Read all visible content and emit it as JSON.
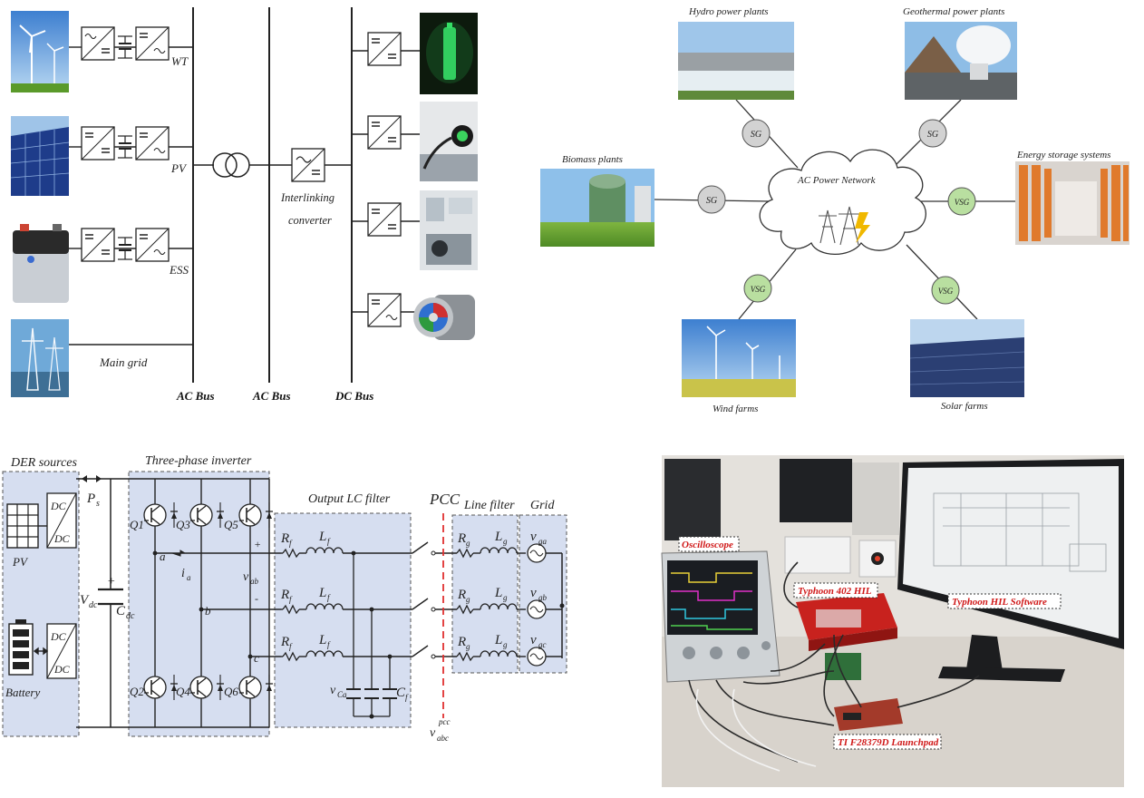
{
  "q1": {
    "sources": [
      {
        "label": "WT",
        "icon": "wind-turbine-photo"
      },
      {
        "label": "PV",
        "icon": "solar-panel-photo"
      },
      {
        "label": "ESS",
        "icon": "battery-photo"
      }
    ],
    "main_grid": "Main grid",
    "buses": [
      "AC Bus",
      "AC Bus",
      "DC Bus"
    ],
    "interlinking": [
      "Interlinking",
      "converter"
    ],
    "loads": [
      "ev-battery-photo",
      "ev-charger-photo",
      "dc-appliance-photo",
      "dc-motor-photo"
    ]
  },
  "q2": {
    "center": "AC Power Network",
    "plants": [
      {
        "label": "Hydro power plants",
        "gen": "SG"
      },
      {
        "label": "Geothermal power plants",
        "gen": "SG"
      },
      {
        "label": "Biomass  plants",
        "gen": "SG"
      },
      {
        "label": "Energy storage systems",
        "gen": "VSG"
      },
      {
        "label": "Wind farms",
        "gen": "VSG"
      },
      {
        "label": "Solar farms",
        "gen": "VSG"
      }
    ]
  },
  "q3": {
    "sections": [
      "DER sources",
      "Three-phase inverter",
      "Output LC filter",
      "PCC",
      "Line filter",
      "Grid"
    ],
    "pv": "PV",
    "battery": "Battery",
    "dcdc": [
      "DC",
      "DC"
    ],
    "switches": [
      "Q1",
      "Q3",
      "Q5",
      "Q2",
      "Q4",
      "Q6"
    ],
    "phases": [
      "a",
      "b",
      "c"
    ],
    "ps": "P",
    "vdc": "V",
    "cdc": "C",
    "ia": "i",
    "vab": "v",
    "rf": "R",
    "lf": "L",
    "vca": "v",
    "cf": "C",
    "rg": "R",
    "lg": "L",
    "vg": [
      "v",
      "v",
      "v"
    ],
    "vabc": "v"
  },
  "q4": {
    "labels": [
      "Oscilloscope",
      "Typhoon 402 HIL",
      "Typhoon HIL Software",
      "TI F28379D Launchpad"
    ]
  },
  "colors": {
    "panel_blue": "#d6def0",
    "sg_gray": "#d2d2d2",
    "vsg_green": "#b9dfa0",
    "label_red": "#d01818"
  }
}
